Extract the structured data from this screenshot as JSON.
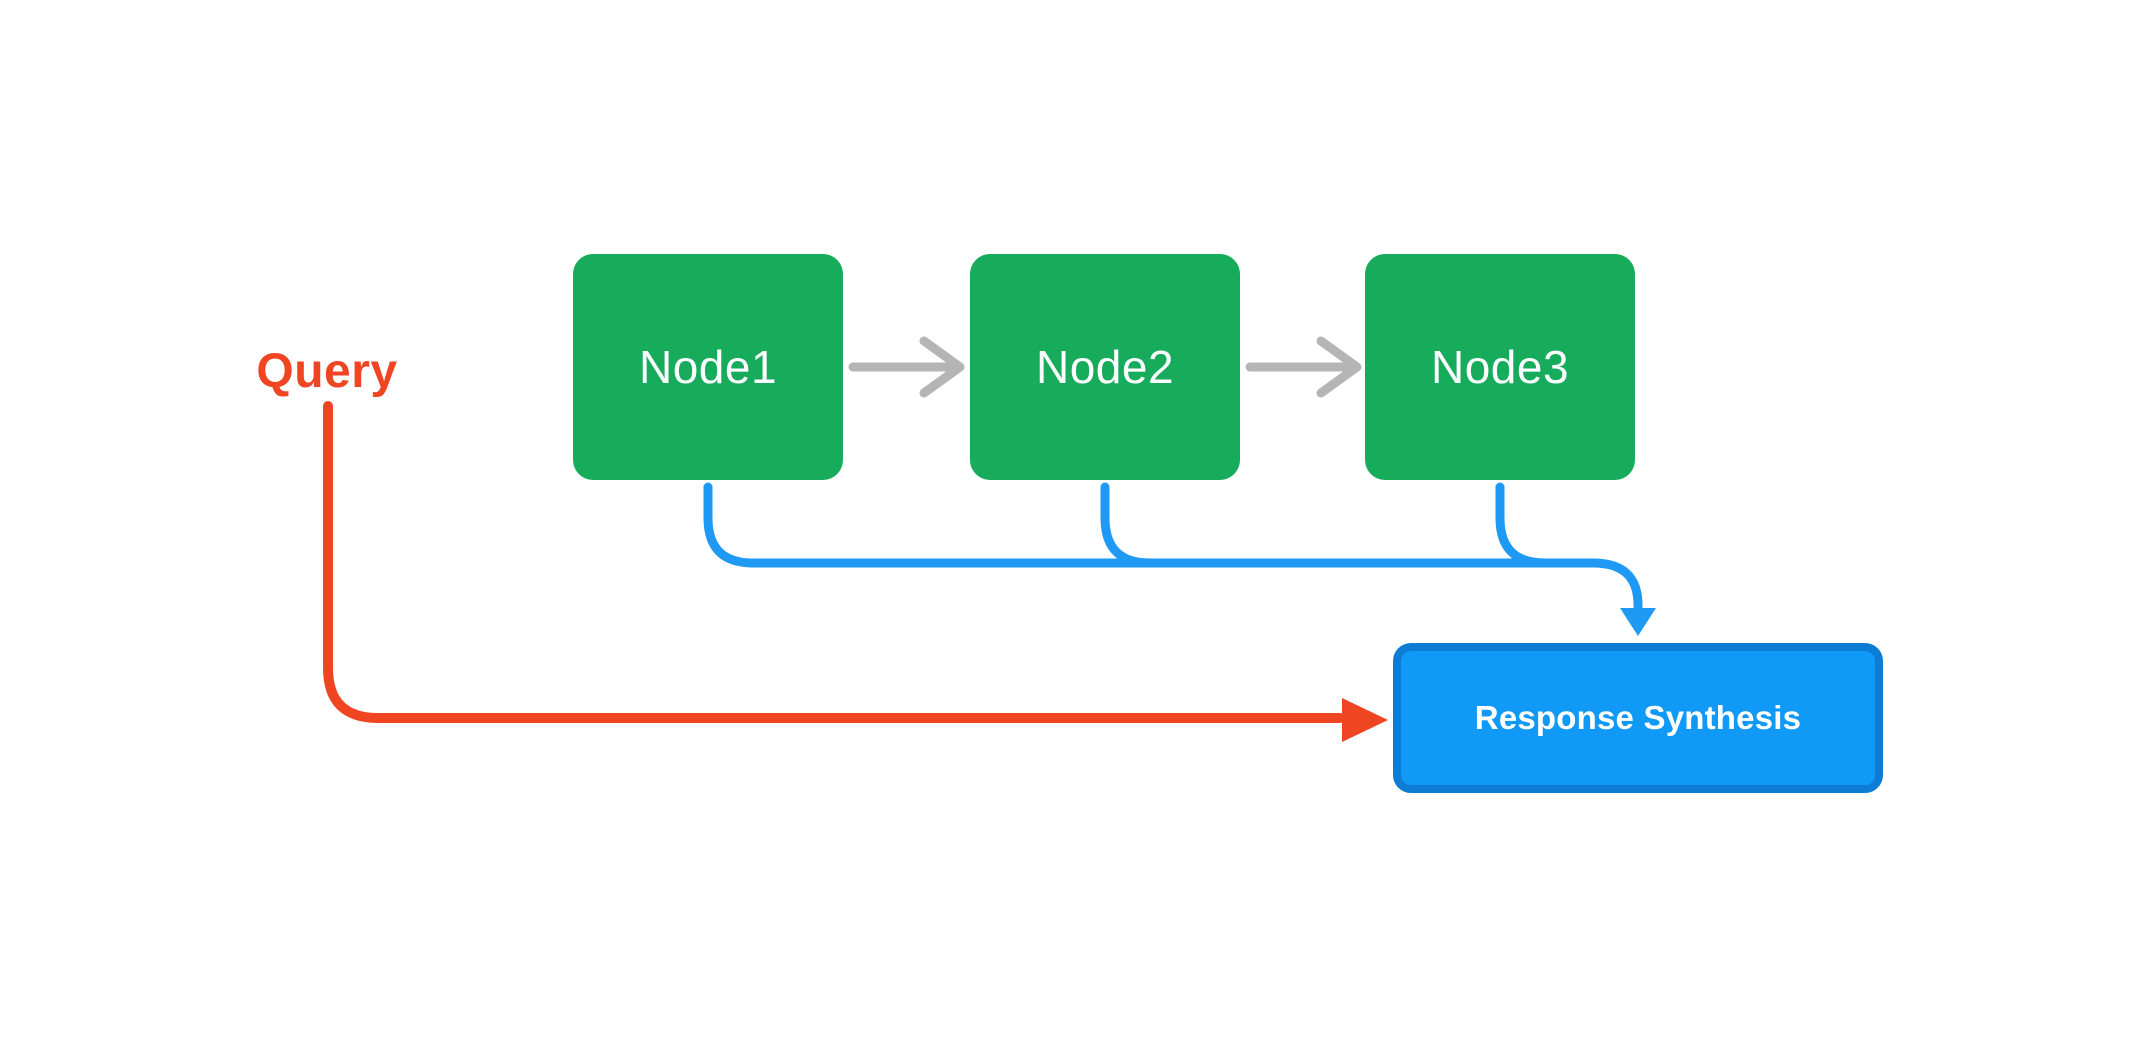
{
  "diagram": {
    "query_label": "Query",
    "nodes": [
      {
        "id": "node-1",
        "label": "Node1"
      },
      {
        "id": "node-2",
        "label": "Node2"
      },
      {
        "id": "node-3",
        "label": "Node3"
      }
    ],
    "response_box": {
      "label": "Response Synthesis"
    },
    "edges": [
      {
        "from": "node-1",
        "to": "node-2",
        "style": "gray-arrow"
      },
      {
        "from": "node-2",
        "to": "node-3",
        "style": "gray-arrow"
      },
      {
        "from": "node-1",
        "to": "response-box",
        "style": "blue-connector"
      },
      {
        "from": "node-2",
        "to": "response-box",
        "style": "blue-connector"
      },
      {
        "from": "node-3",
        "to": "response-box",
        "style": "blue-connector"
      },
      {
        "from": "query-label",
        "to": "response-box",
        "style": "red-arrow"
      }
    ]
  },
  "colors": {
    "node_fill": "#17AB5C",
    "node_text": "#FFFFFF",
    "arrow_gray": "#B5B5B5",
    "connector_blue": "#1E9AF5",
    "response_fill": "#1199F8",
    "response_border": "#0C7CD5",
    "response_text": "#FFFFFF",
    "query_red": "#EF4523",
    "background": "#FFFFFF"
  }
}
